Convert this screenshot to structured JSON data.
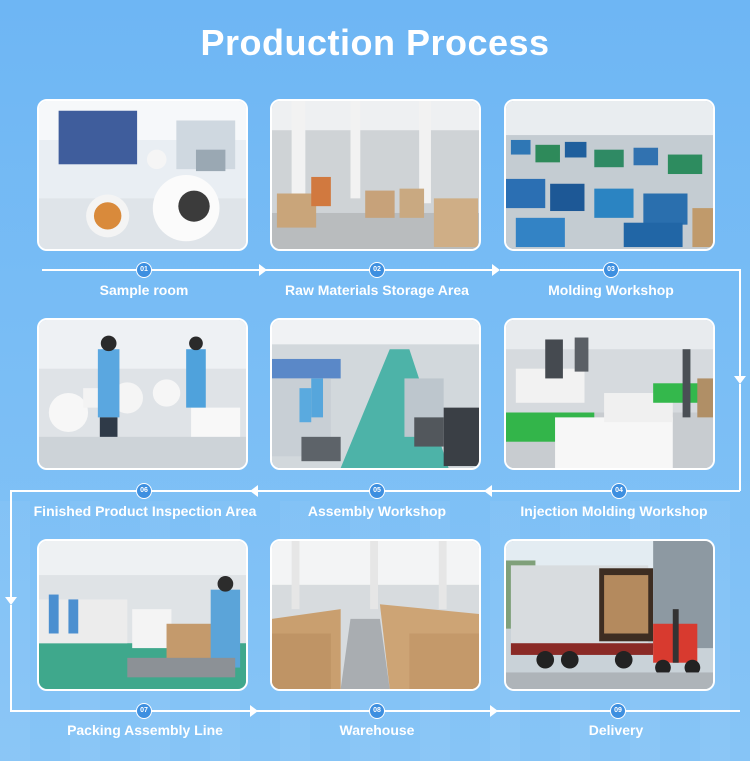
{
  "title": "Production Process",
  "steps": [
    {
      "num": "01",
      "label": "Sample room"
    },
    {
      "num": "02",
      "label": "Raw Materials Storage Area"
    },
    {
      "num": "03",
      "label": "Molding Workshop"
    },
    {
      "num": "04",
      "label": "Injection Molding Workshop"
    },
    {
      "num": "05",
      "label": "Assembly Workshop"
    },
    {
      "num": "06",
      "label": "Finished Product Inspection Area"
    },
    {
      "num": "07",
      "label": "Packing Assembly Line"
    },
    {
      "num": "08",
      "label": "Warehouse"
    },
    {
      "num": "09",
      "label": "Delivery"
    }
  ],
  "colors": {
    "background": "#79bdf5",
    "badge": "#3d8fe0",
    "text": "#ffffff"
  }
}
